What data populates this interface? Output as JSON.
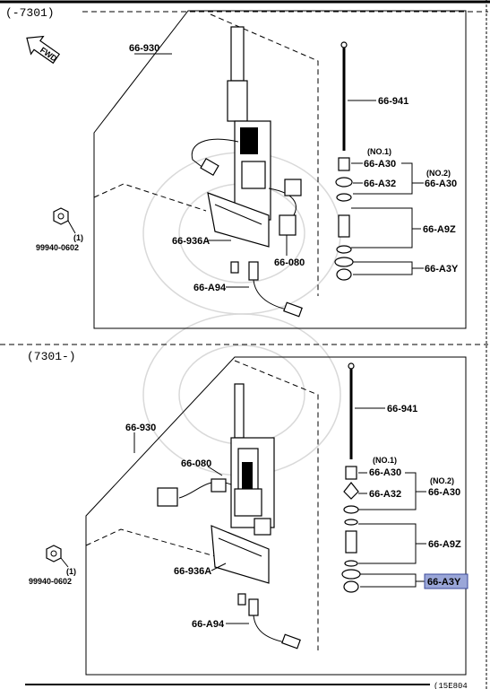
{
  "sections": [
    {
      "range_label": "(-7301)",
      "parts": {
        "p930": "66-930",
        "p941": "66-941",
        "a30_note": "(NO.1)",
        "a30": "66-A30",
        "a32": "66-A32",
        "a30_2_note": "(NO.2)",
        "a30_2": "66-A30",
        "a9z": "66-A9Z",
        "a3y": "66-A3Y",
        "p936a": "66-936A",
        "p080": "66-080",
        "a94": "66-A94",
        "bolt": "99940-0602",
        "bolt_qty": "(1)"
      }
    },
    {
      "range_label": "(7301-)",
      "parts": {
        "p930": "66-930",
        "p941": "66-941",
        "a30_note": "(NO.1)",
        "a30": "66-A30",
        "a32": "66-A32",
        "a30_2_note": "(NO.2)",
        "a30_2": "66-A30",
        "a9z": "66-A9Z",
        "a3y": "66-A3Y",
        "p936a": "66-936A",
        "p080": "66-080",
        "a94": "66-A94",
        "bolt": "99940-0602",
        "bolt_qty": "(1)"
      }
    }
  ],
  "fwd_label": "FWD",
  "footer_code": "(15E804",
  "highlight_color": "#9aa6d8"
}
